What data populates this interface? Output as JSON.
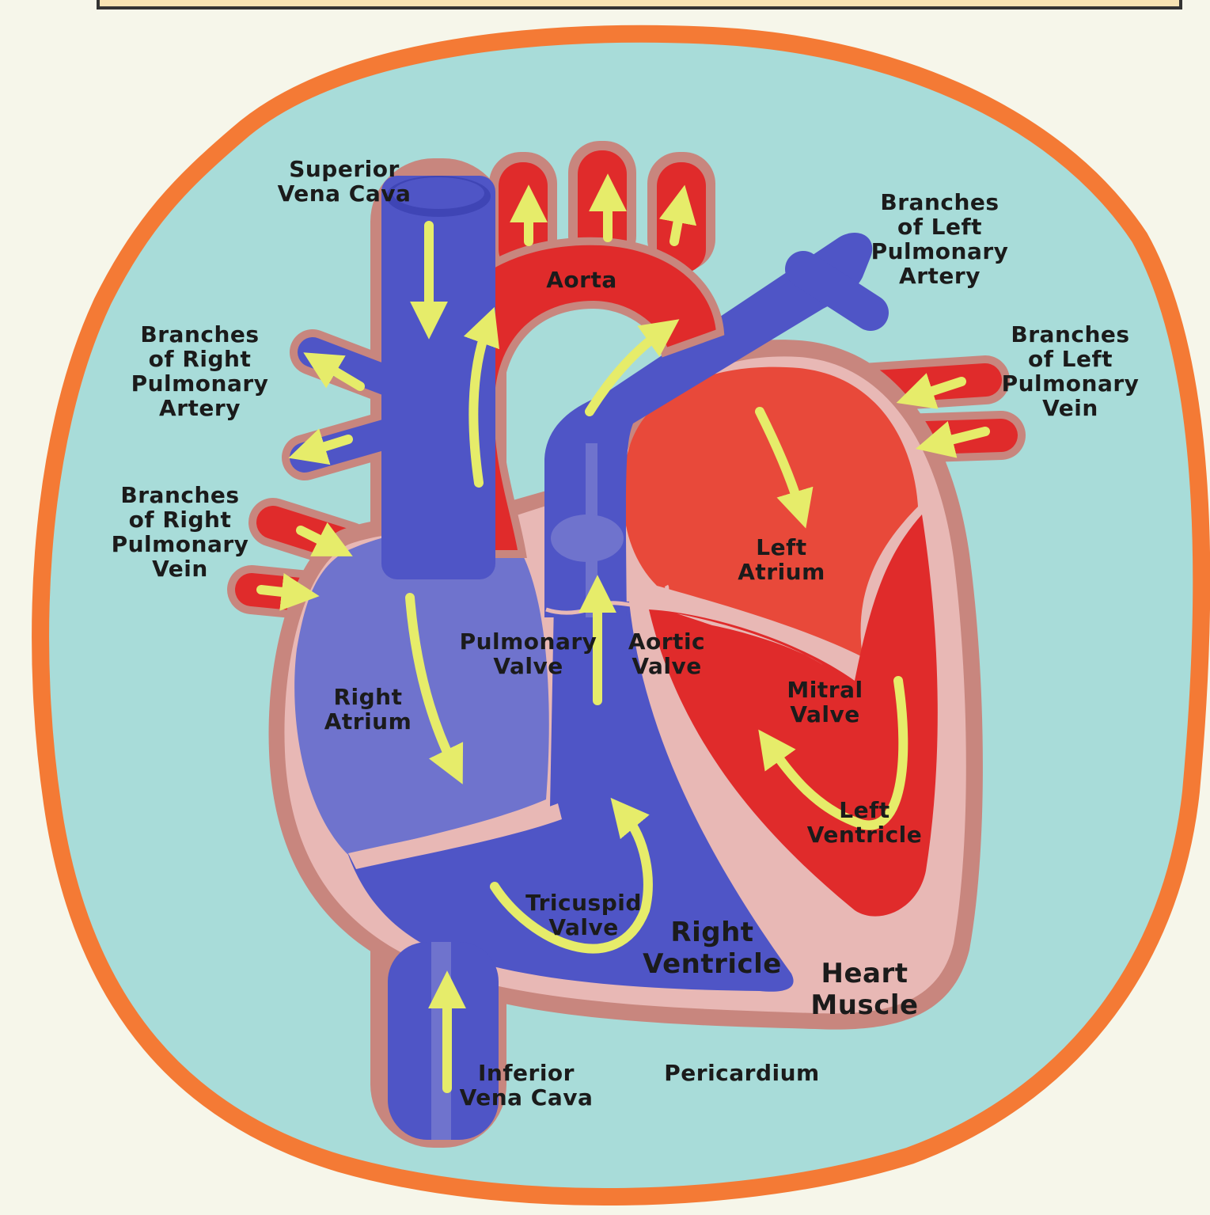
{
  "labels": {
    "superior_vena_cava": [
      "Superior",
      "Vena Cava"
    ],
    "aorta": [
      "Aorta"
    ],
    "branches_left_pulmonary_artery": [
      "Branches",
      "of Left",
      "Pulmonary",
      "Artery"
    ],
    "branches_right_pulmonary_artery": [
      "Branches",
      "of Right",
      "Pulmonary",
      "Artery"
    ],
    "branches_left_pulmonary_vein": [
      "Branches",
      "of Left",
      "Pulmonary",
      "Vein"
    ],
    "branches_right_pulmonary_vein": [
      "Branches",
      "of Right",
      "Pulmonary",
      "Vein"
    ],
    "left_atrium": [
      "Left",
      "Atrium"
    ],
    "pulmonary_valve": [
      "Pulmonary",
      "Valve"
    ],
    "aortic_valve": [
      "Aortic",
      "Valve"
    ],
    "right_atrium": [
      "Right",
      "Atrium"
    ],
    "mitral_valve": [
      "Mitral",
      "Valve"
    ],
    "left_ventricle": [
      "Left",
      "Ventricle"
    ],
    "tricuspid_valve": [
      "Tricuspid",
      "Valve"
    ],
    "right_ventricle": [
      "Right",
      "Ventricle"
    ],
    "heart_muscle": [
      "Heart",
      "Muscle"
    ],
    "inferior_vena_cava": [
      "Inferior",
      "Vena Cava"
    ],
    "pericardium": [
      "Pericardium"
    ]
  },
  "colors": {
    "background": "#f6f6ea",
    "pericardium_border": "#f47a35",
    "pericardium_fill": "#a8dcd9",
    "outline": "#c8867e",
    "heart_muscle": "#e8b8b5",
    "deoxygenated_blue": "#4f55c6",
    "deoxygenated_blue_light": "#6f73cd",
    "oxygenated_red": "#e02b2b",
    "oxygenated_red_light": "#e8493a",
    "arrow": "#e6ec6a"
  }
}
